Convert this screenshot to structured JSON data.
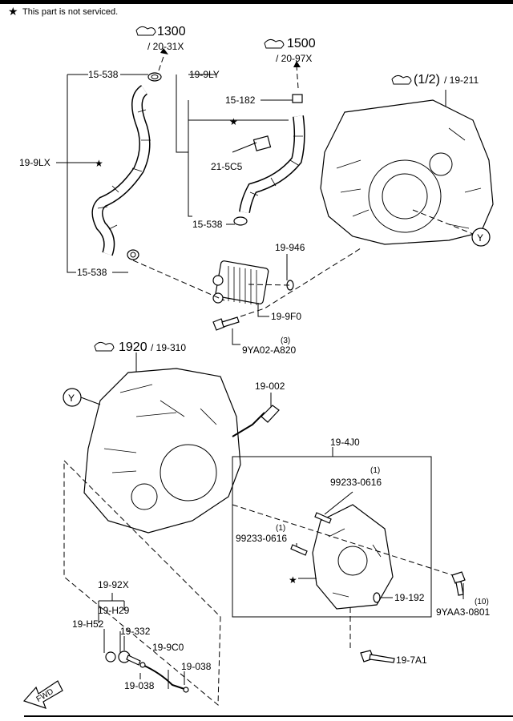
{
  "note": {
    "star": "★",
    "text": "This part is not serviced."
  },
  "refs": {
    "r1300": {
      "num": "1300",
      "sub": "/ 20-31X"
    },
    "r1500": {
      "num": "1500",
      "sub": "/ 20-97X"
    },
    "r12": {
      "num": "(1/2)",
      "sub": "/ 19-211"
    },
    "r1920": {
      "num": "1920",
      "sub": "/ 19-310"
    }
  },
  "labels": {
    "p15538_top": "15-538",
    "p199LY": "19-9LY",
    "p15182": "15-182",
    "p199LX": "19-9LX",
    "p215C5": "21-5C5",
    "p15538_mid": "15-538",
    "p15538_bot": "15-538",
    "p19946": "19-946",
    "p199F0": "19-9F0",
    "p9YA02": "9YA02-A820",
    "p9YA02_qty": "(3)",
    "y_top": "Y",
    "y_bot": "Y",
    "p19002": "19-002",
    "p194J0": "19-4J0",
    "p99233a": "99233-0616",
    "p99233a_qty": "(1)",
    "p99233b": "99233-0616",
    "p99233b_qty": "(1)",
    "p19192": "19-192",
    "p9YAA3": "9YAA3-0801",
    "p9YAA3_qty": "(10)",
    "p197A1": "19-7A1",
    "p1992X": "19-92X",
    "p19H29": "19-H29",
    "p19H52": "19-H52",
    "p19332": "19-332",
    "p199C0": "19-9C0",
    "p19038a": "19-038",
    "p19038b": "19-038",
    "fwd": "FWD"
  },
  "star": "★"
}
